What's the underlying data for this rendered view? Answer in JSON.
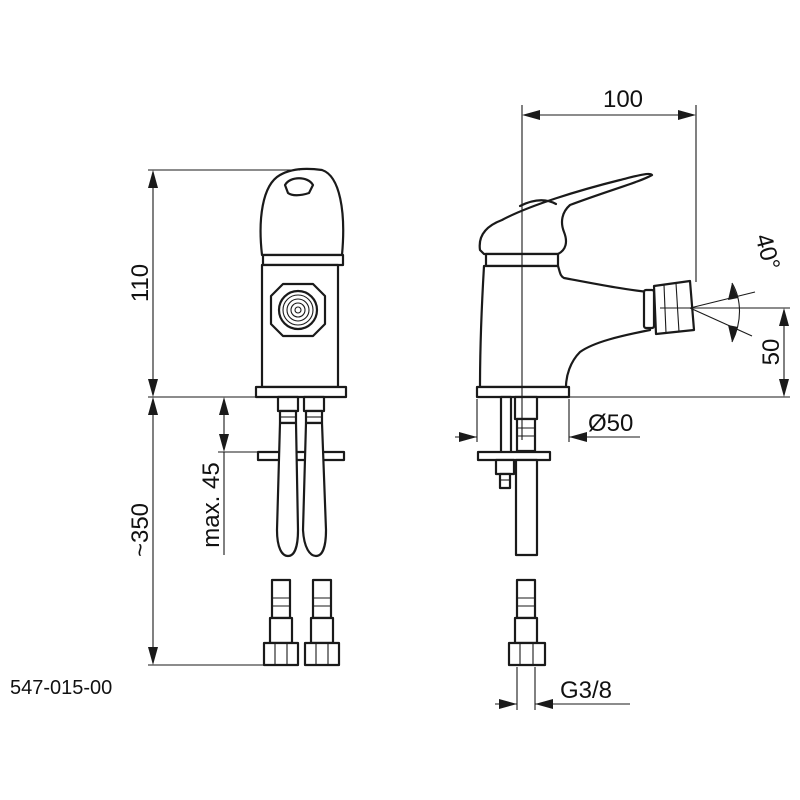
{
  "dimensions": {
    "width_top": "100",
    "height_body": "110",
    "angle": "40°",
    "outlet_height": "50",
    "base_diameter": "Ø50",
    "max_thickness": "max. 45",
    "hose_length": "~350",
    "thread": "G3/8"
  },
  "drawing_code": "547-015-00"
}
